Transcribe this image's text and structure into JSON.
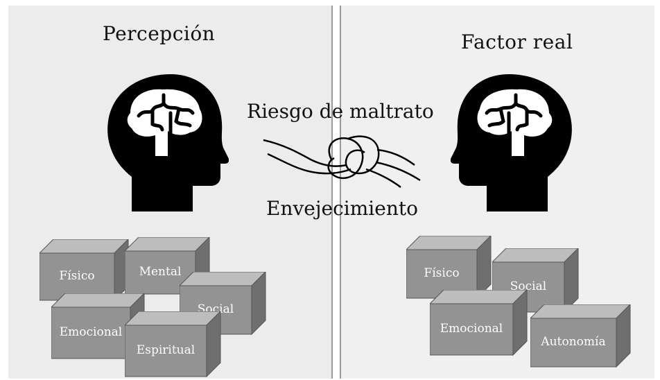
{
  "left": {
    "title": "Percepción",
    "cubes": [
      "Físico",
      "Mental",
      "Social",
      "Emocional",
      "Espiritual"
    ]
  },
  "right": {
    "title": "Factor real",
    "cubes": [
      "Físico",
      "Social",
      "Emocional",
      "Autonomía"
    ]
  },
  "center": {
    "top_label": "Riesgo de maltrato",
    "bottom_label": "Envejecimiento"
  },
  "colors": {
    "cube_front": "#939393",
    "cube_top": "#bdbdbd",
    "cube_side": "#6f6f6f",
    "head": "#000000",
    "brain": "#ffffff"
  },
  "icons": [
    "head-brain-icon",
    "knot-icon"
  ]
}
